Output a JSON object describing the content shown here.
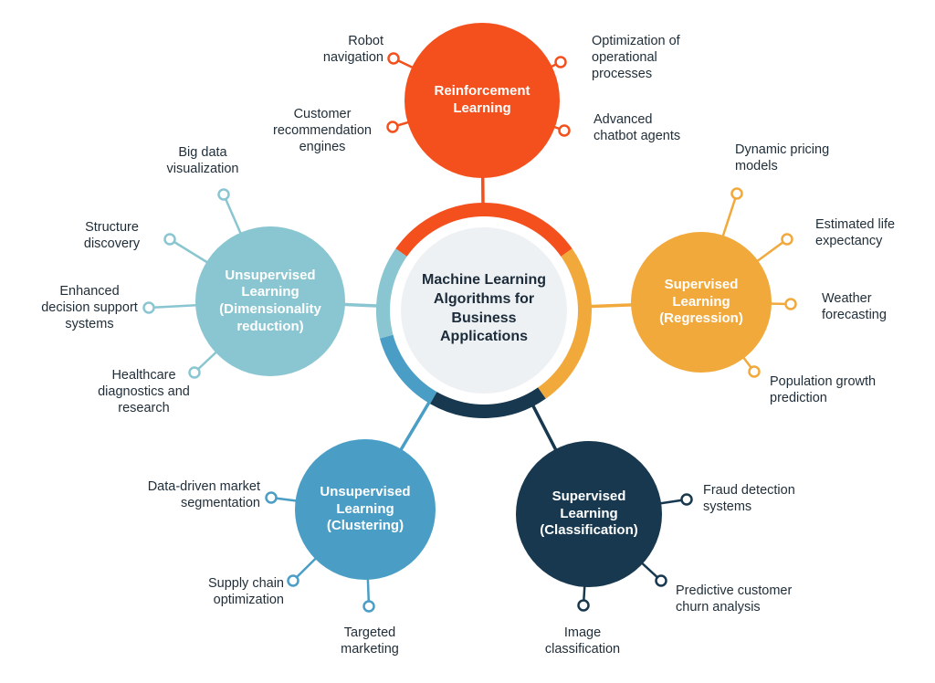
{
  "center": {
    "label": "Machine Learning Algorithms for Business Applications",
    "bg": "#EDF1F4",
    "text_color": "#1C2B39"
  },
  "nodes": [
    {
      "id": "reinforcement-learning",
      "label": "Reinforcement Learning",
      "color": "#F4501D",
      "apps": [
        "Robot navigation",
        "Customer recommendation engines",
        "Optimization of operational processes",
        "Advanced chatbot agents"
      ]
    },
    {
      "id": "supervised-regression",
      "label": "Supervised Learning (Regression)",
      "color": "#F2A93B",
      "apps": [
        "Dynamic pricing models",
        "Estimated life expectancy",
        "Weather forecasting",
        "Population growth prediction"
      ]
    },
    {
      "id": "supervised-classification",
      "label": "Supervised Learning (Classification)",
      "color": "#17384E",
      "apps": [
        "Fraud detection systems",
        "Predictive customer churn analysis",
        "Image classification"
      ]
    },
    {
      "id": "unsupervised-clustering",
      "label": "Unsupervised Learning (Clustering)",
      "color": "#4A9EC6",
      "apps": [
        "Data-driven market segmentation",
        "Supply chain optimization",
        "Targeted marketing"
      ]
    },
    {
      "id": "unsupervised-dimensionality-reduction",
      "label": "Unsupervised Learning (Dimensionality reduction)",
      "color": "#8AC6D1",
      "apps": [
        "Big data visualization",
        "Structure discovery",
        "Enhanced decision support systems",
        "Healthcare diagnostics and research"
      ]
    }
  ]
}
